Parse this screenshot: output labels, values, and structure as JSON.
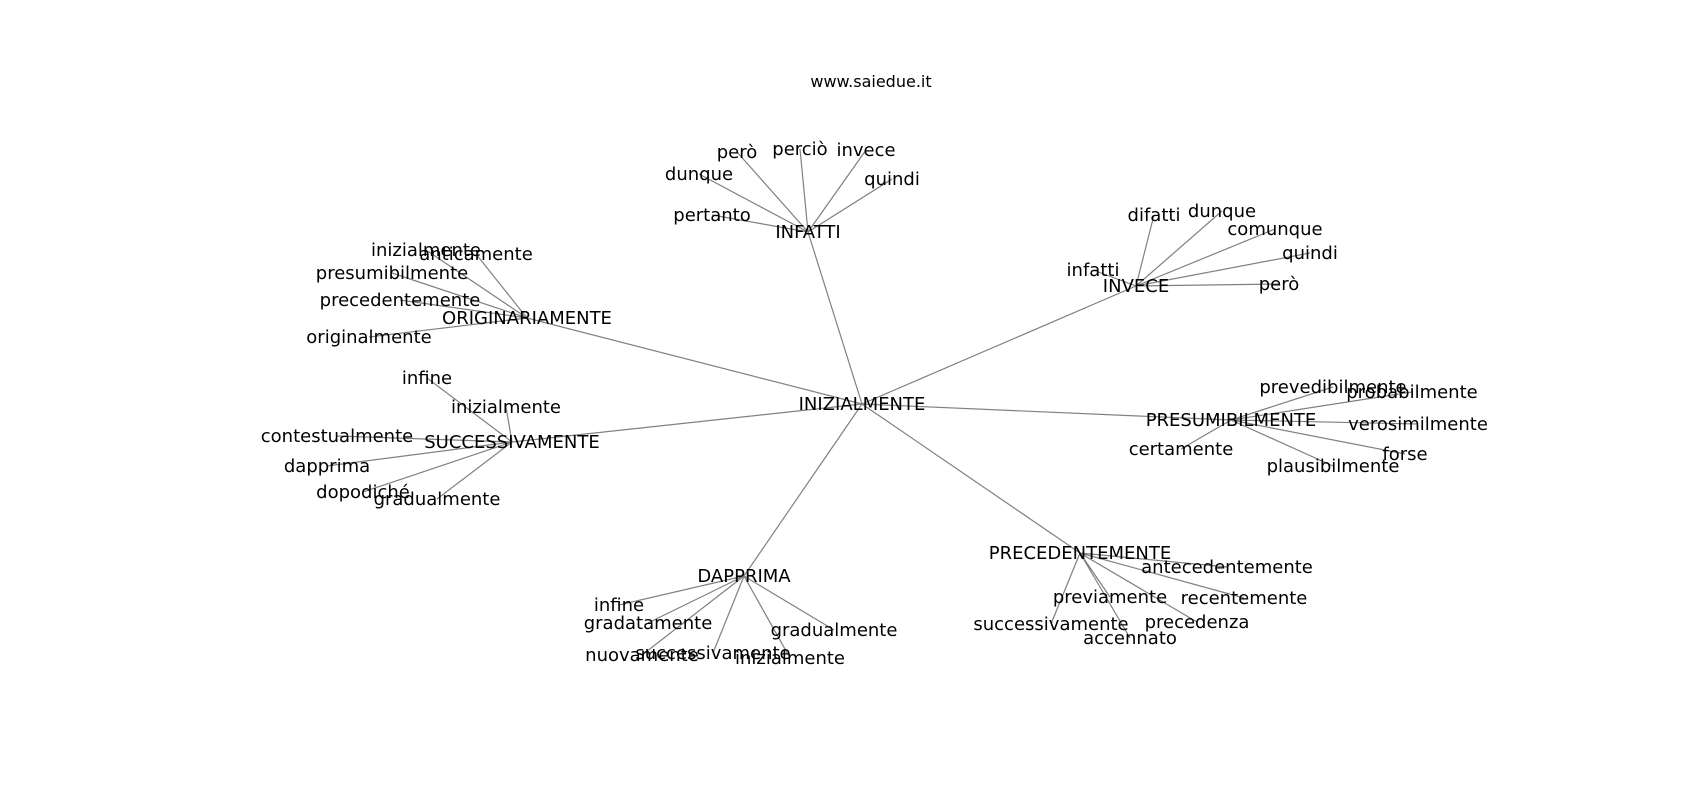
{
  "header": {
    "site": "www.saiedue.it"
  },
  "graph": {
    "center": "INIZIALMENTE",
    "hubs": [
      {
        "label": "ORIGINARIAMENTE",
        "leaves": [
          "inizialmente",
          "anticamente",
          "presumibilmente",
          "precedentemente",
          "originalmente"
        ]
      },
      {
        "label": "INFATTI",
        "leaves": [
          "pertanto",
          "dunque",
          "però",
          "perciò",
          "invece",
          "quindi"
        ]
      },
      {
        "label": "INVECE",
        "leaves": [
          "infatti",
          "difatti",
          "dunque",
          "comunque",
          "quindi",
          "però"
        ]
      },
      {
        "label": "PRESUMIBILMENTE",
        "leaves": [
          "prevedibilmente",
          "probabilmente",
          "verosimilmente",
          "forse",
          "plausibilmente",
          "certamente"
        ]
      },
      {
        "label": "PRECEDENTEMENTE",
        "leaves": [
          "antecedentemente",
          "recentemente",
          "precedenza",
          "accennato",
          "successivamente",
          "previamente"
        ]
      },
      {
        "label": "DAPPRIMA",
        "leaves": [
          "infine",
          "gradatamente",
          "nuovamente",
          "successivamente",
          "inizialmente",
          "gradualmente"
        ]
      },
      {
        "label": "SUCCESSIVAMENTE",
        "leaves": [
          "infine",
          "inizialmente",
          "contestualmente",
          "dapprima",
          "dopodiché",
          "gradualmente"
        ]
      }
    ]
  },
  "style": {
    "edge_color": "#808080",
    "text_color": "#000000",
    "background": "#ffffff"
  }
}
